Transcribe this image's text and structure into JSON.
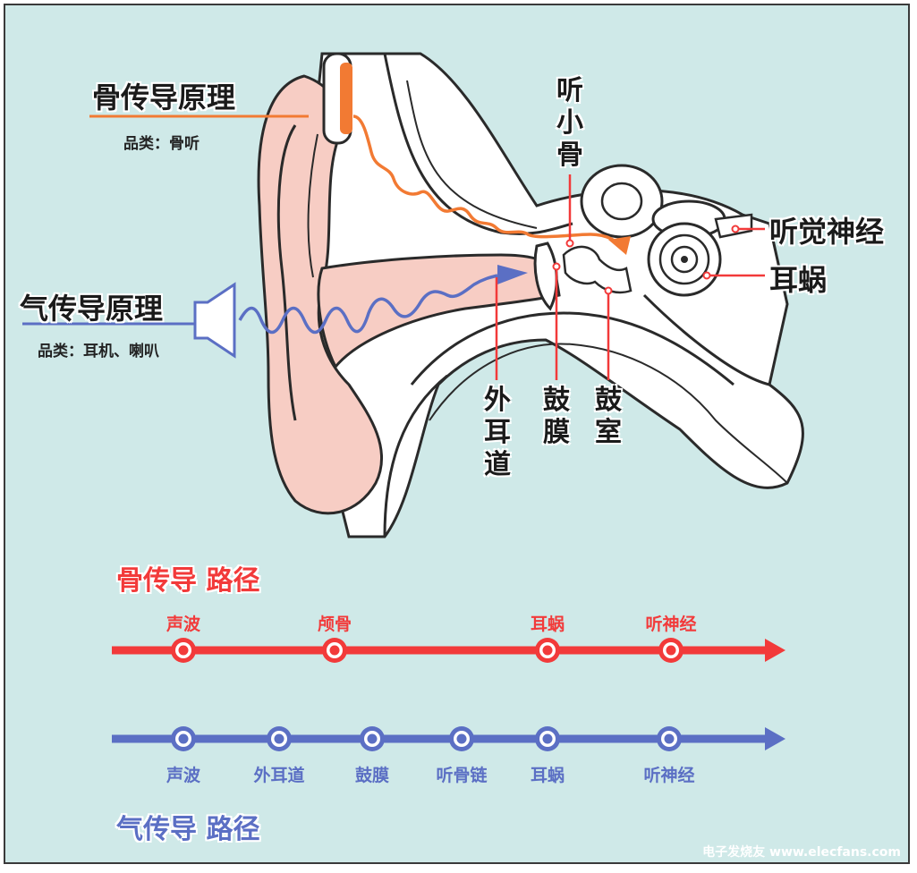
{
  "colors": {
    "background": "#cfe9e8",
    "bone_path": "#f23a3a",
    "air_path": "#5b6fc4",
    "bone_wave": "#f27a33",
    "air_wave": "#5b6fc4",
    "skin": "#f7cdc4"
  },
  "bone_conduction": {
    "title": "骨传导原理",
    "category": "品类：骨听"
  },
  "air_conduction": {
    "title": "气传导原理",
    "category": "品类：耳机、喇叭"
  },
  "anatomy": {
    "ossicles": "听小骨",
    "auditory_nerve": "听觉神经",
    "cochlea": "耳蜗",
    "ear_canal": "外耳道",
    "eardrum": "鼓膜",
    "tympanic_cavity": "鼓室"
  },
  "bone_path": {
    "title": "骨传导 路径",
    "nodes": [
      "声波",
      "颅骨",
      "耳蜗",
      "听神经"
    ]
  },
  "air_path": {
    "title": "气传导 路径",
    "nodes": [
      "声波",
      "外耳道",
      "鼓膜",
      "听骨链",
      "耳蜗",
      "听神经"
    ]
  },
  "watermark": "电子发烧友 www.elecfans.com"
}
